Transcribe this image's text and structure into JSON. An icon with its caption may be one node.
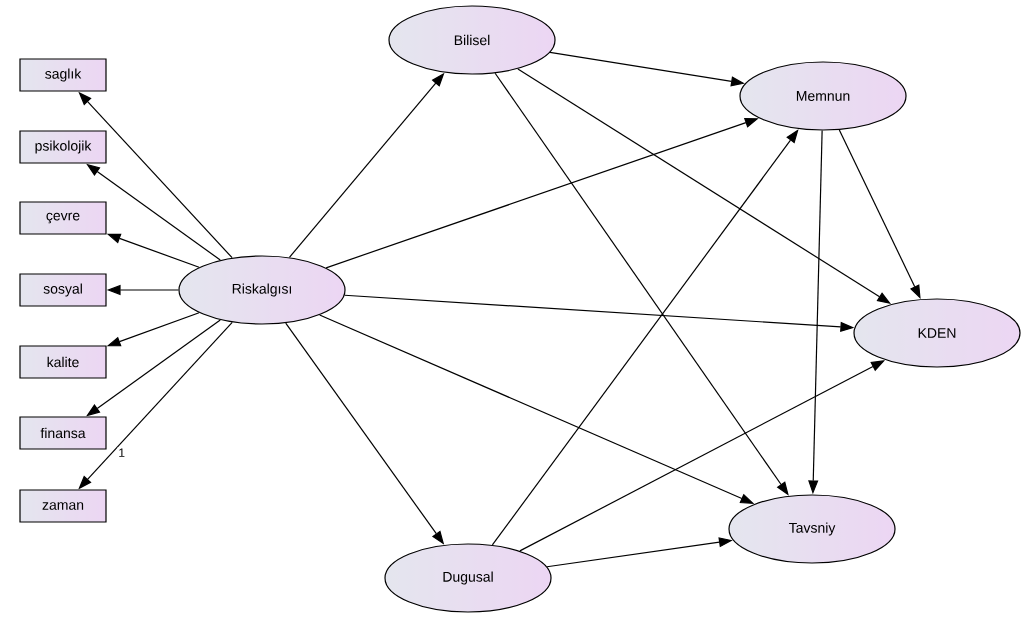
{
  "diagram": {
    "nodes": [
      {
        "text": [
          "saglık"
        ]
      },
      {
        "text": [
          "psikolojik"
        ]
      },
      {
        "text": [
          "çevre"
        ]
      },
      {
        "text": [
          "sosyal"
        ]
      },
      {
        "text": [
          "kalite"
        ]
      },
      {
        "text": [
          "finansa"
        ]
      },
      {
        "text": [
          "zaman"
        ]
      },
      {
        "text": [
          "Riskalgısı"
        ]
      },
      {
        "text": [
          "Bilisel"
        ]
      },
      {
        "text": [
          "Memnun"
        ]
      },
      {
        "text": [
          "KDEN"
        ]
      },
      {
        "text": [
          "Tavsniy"
        ]
      },
      {
        "text": [
          "Dugusal"
        ]
      }
    ],
    "edges": [
      {
        "from": 7,
        "to": 0,
        "arrow": "to"
      },
      {
        "from": 7,
        "to": 1,
        "arrow": "to"
      },
      {
        "from": 7,
        "to": 2,
        "arrow": "to"
      },
      {
        "from": 7,
        "to": 3,
        "arrow": "to"
      },
      {
        "from": 7,
        "to": 4,
        "arrow": "to"
      },
      {
        "from": 7,
        "to": 5,
        "arrow": "to"
      },
      {
        "from": 7,
        "to": 6,
        "arrow": "to",
        "label": "1"
      },
      {
        "from": 7,
        "to": 8,
        "arrow": "to"
      },
      {
        "from": 7,
        "to": 9,
        "arrow": "to"
      },
      {
        "from": 7,
        "to": 10,
        "arrow": "to"
      },
      {
        "from": 7,
        "to": 11,
        "arrow": "to"
      },
      {
        "from": 7,
        "to": 12,
        "arrow": "to"
      },
      {
        "from": 8,
        "to": 9,
        "arrow": "to"
      },
      {
        "from": 8,
        "to": 10,
        "arrow": "to"
      },
      {
        "from": 8,
        "to": 11,
        "arrow": "to"
      },
      {
        "from": 9,
        "to": 10,
        "arrow": "to"
      },
      {
        "from": 9,
        "to": 11,
        "arrow": "to"
      },
      {
        "from": 12,
        "to": 9,
        "arrow": "to"
      },
      {
        "from": 12,
        "to": 10,
        "arrow": "to"
      },
      {
        "from": 12,
        "to": 11,
        "arrow": "to"
      }
    ]
  }
}
